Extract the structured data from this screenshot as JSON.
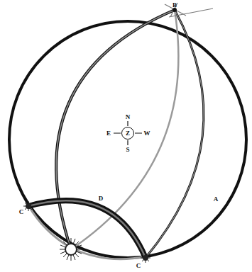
{
  "diagram": {
    "nodes": [
      {
        "text": [
          "Z"
        ]
      }
    ],
    "labels": [
      "N",
      "E",
      "W",
      "S",
      "B",
      "A",
      "D",
      "C",
      "C"
    ]
  }
}
